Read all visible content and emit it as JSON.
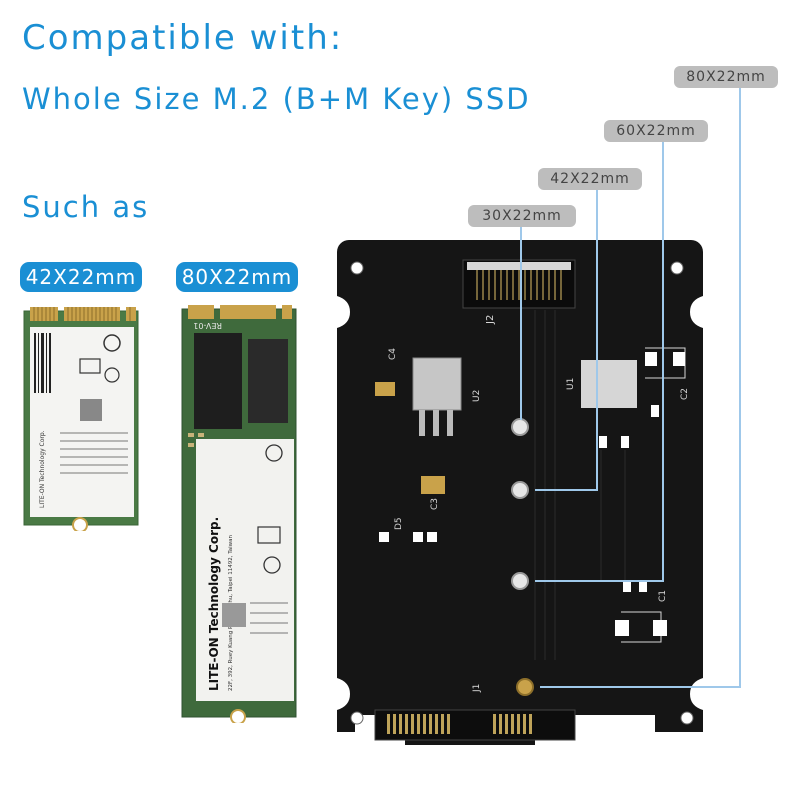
{
  "headings": {
    "compatible": "Compatible with:",
    "ssd": "Whole Size M.2 (B+M Key) SSD",
    "such_as": "Such as"
  },
  "examples": {
    "small_label": "42X22mm",
    "large_label": "80X22mm",
    "small_card_text": "LITE-ON Technology Corp.",
    "large_card_brand": "LITE-ON Technology Corp.",
    "large_card_address": "22F, 392, Ruey Kuang Road, Neihu, Taipei 11492, Taiwan",
    "large_card_chip": "REV-01"
  },
  "size_labels": {
    "s30": "30X22mm",
    "s42": "42X22mm",
    "s60": "60X22mm",
    "s80": "80X22mm"
  },
  "silkscreen": {
    "j2": "J2",
    "u1": "U1",
    "u2": "U2",
    "c1": "C1",
    "c2": "C2",
    "c3": "C3",
    "c4": "C4",
    "d5": "D5",
    "j1": "J1"
  },
  "colors": {
    "accent": "#1a8fd4",
    "label_bg": "#bdbdbd",
    "board": "#151515",
    "pcb_green": "#3f6a3c",
    "gold": "#c9a24a",
    "leader_line": "#9fc8ea"
  }
}
